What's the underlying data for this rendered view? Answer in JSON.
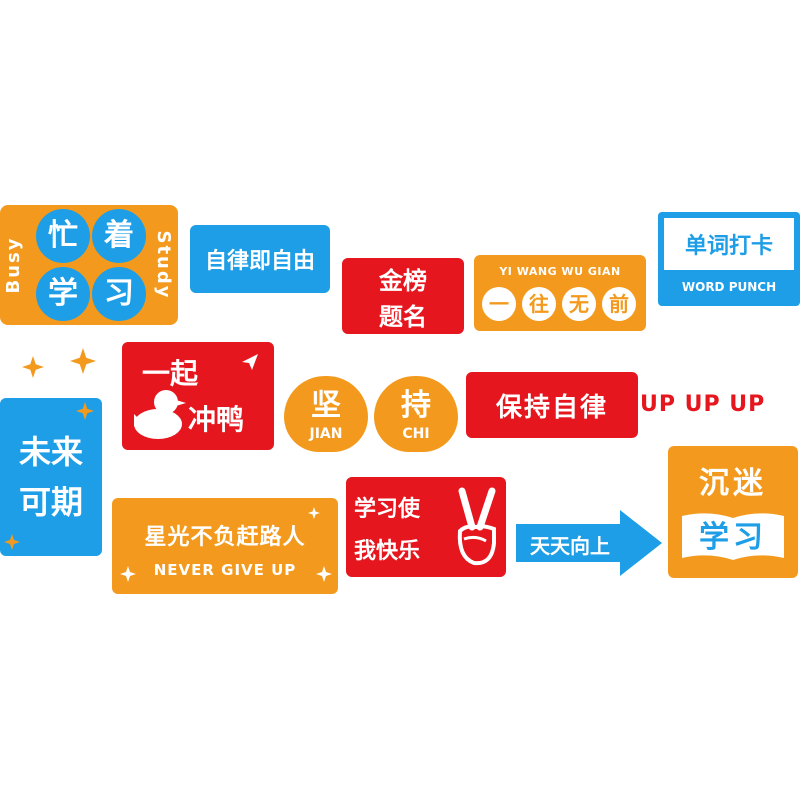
{
  "busy_study": {
    "left": "Busy",
    "right": "Study",
    "chars": [
      "忙",
      "着",
      "学",
      "习"
    ]
  },
  "zilv_ziyou": {
    "text": "自律即自由"
  },
  "jinbang": {
    "line1": "金榜",
    "line2": "题名"
  },
  "yiwang": {
    "pinyin": "YI WANG WU GIAN",
    "chars": [
      "一",
      "往",
      "无",
      "前"
    ]
  },
  "word_punch": {
    "title": "单词打卡",
    "subtitle": "WORD PUNCH"
  },
  "weilai": {
    "line1": "未来",
    "line2": "可期"
  },
  "yiqi": {
    "line1": "一起",
    "line2": "冲鸭"
  },
  "jianchi": {
    "left_char": "坚",
    "left_pinyin": "JIAN",
    "right_char": "持",
    "right_pinyin": "CHI"
  },
  "baochi": {
    "text": "保持自律"
  },
  "upupup": {
    "text": "UP UP UP"
  },
  "chenmi": {
    "line1": "沉迷",
    "line2": "学习"
  },
  "xingguang": {
    "line1": "星光不负赶路人",
    "line2": "NEVER GIVE UP"
  },
  "xuexi_kuaile": {
    "line1": "学习使",
    "line2": "我快乐"
  },
  "tiantian": {
    "text": "天天向上"
  },
  "colors": {
    "orange": "#f39a1e",
    "blue": "#1e9ee6",
    "red": "#e5161e",
    "white": "#ffffff"
  }
}
